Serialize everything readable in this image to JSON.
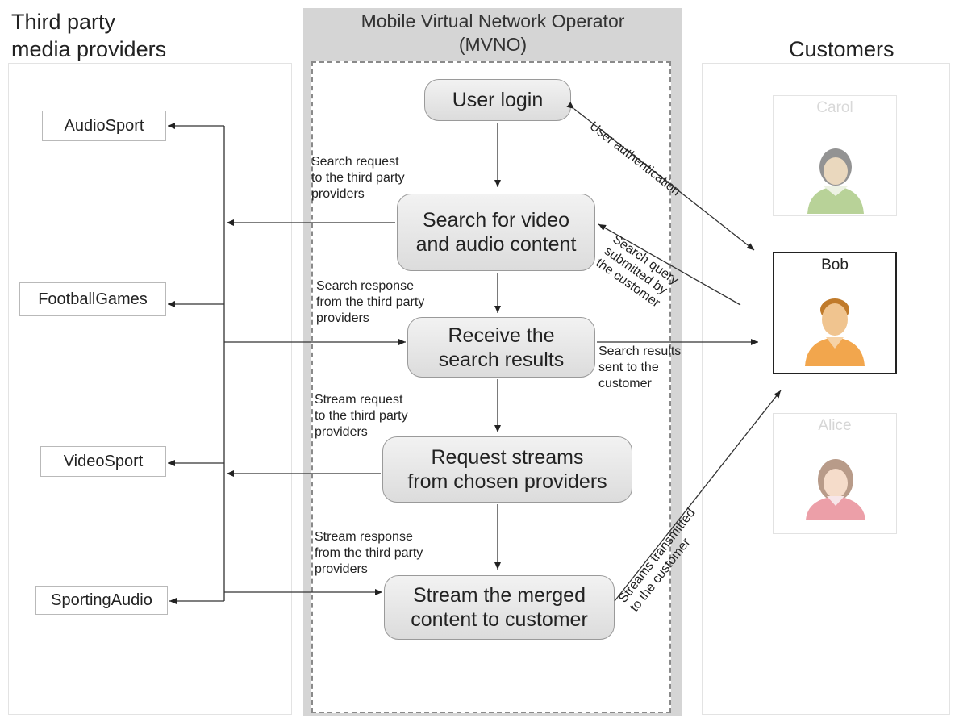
{
  "left_column": {
    "title": "Third party\nmedia providers",
    "providers": [
      "AudioSport",
      "FootballGames",
      "VideoSport",
      "SportingAudio"
    ]
  },
  "center_column": {
    "title": "Mobile Virtual Network Operator\n(MVNO)",
    "steps": [
      "User login",
      "Search for video\nand audio content",
      "Receive the\nsearch results",
      "Request streams\nfrom chosen providers",
      "Stream the merged\ncontent to customer"
    ],
    "notes": [
      "Search request\nto the third party\nproviders",
      "Search response\nfrom the third party\nproviders",
      "Stream request\nto the third party\nproviders",
      "Stream response\nfrom the third party\nproviders"
    ]
  },
  "right_column": {
    "title": "Customers",
    "customers": [
      {
        "name": "Carol",
        "faded": true
      },
      {
        "name": "Bob",
        "faded": false
      },
      {
        "name": "Alice",
        "faded": true
      }
    ]
  },
  "edge_labels": {
    "user_authentication": "User authentication",
    "search_query": "Search query\nsubmitted by\nthe customer",
    "search_results_sent": "Search results\nsent to the\ncustomer",
    "streams_transmitted": "Streams transmitted\nto the customer"
  }
}
